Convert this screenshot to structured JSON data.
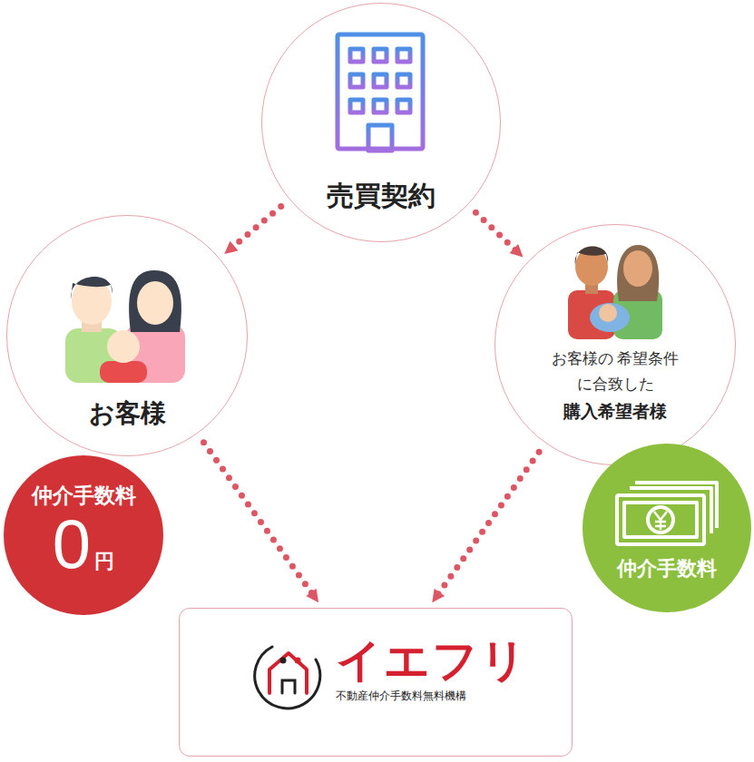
{
  "diagram": {
    "nodes": [
      {
        "text": [
          "売買契約"
        ]
      },
      {
        "text": [
          "お客様"
        ]
      },
      {
        "text": [
          "お客様の 希望条件に合致した",
          "購入希望者様"
        ]
      },
      {
        "text": [
          "仲介手数料",
          "0",
          "円"
        ]
      },
      {
        "text": [
          "仲介手数料"
        ]
      },
      {
        "text": [
          "イエフリ",
          "不動産仲介手数料無料機構"
        ]
      }
    ],
    "edges": [
      {
        "from": 0,
        "to": 1,
        "arrow": "to"
      },
      {
        "from": 0,
        "to": 2,
        "arrow": "to"
      },
      {
        "from": 1,
        "to": 5,
        "arrow": "to"
      },
      {
        "from": 2,
        "to": 5,
        "arrow": "to"
      }
    ]
  }
}
